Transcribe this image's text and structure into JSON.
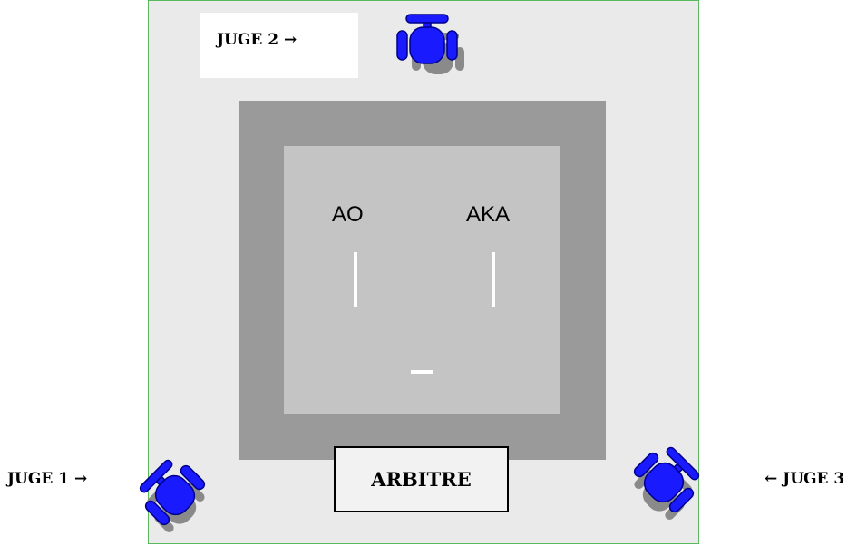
{
  "zone": {
    "ao_label": "AO",
    "aka_label": "AKA"
  },
  "officials": {
    "juge1": "JUGE 1 →",
    "juge2": "JUGE 2 →",
    "juge3": "← JUGE 3",
    "arbitre": "ARBITRE"
  },
  "colors": {
    "floor": "#eaeaea",
    "outer_zone": "#9a9a9a",
    "inner_zone": "#c4c4c4",
    "chair_blue": "#1a1aff",
    "chair_shadow": "#8a8a8a",
    "border": "#5cb85c"
  },
  "icons": [
    "chair-icon"
  ]
}
